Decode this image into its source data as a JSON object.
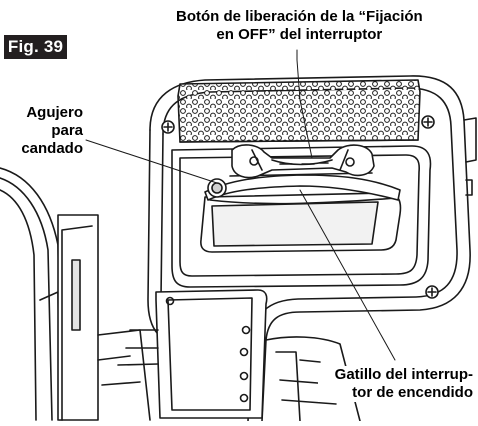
{
  "figure": {
    "label": "Fig. 39"
  },
  "callouts": {
    "release_button": {
      "line1": "Botón de liberación de la “Fijación",
      "line2": "en OFF” del interruptor"
    },
    "padlock_hole": {
      "line1": "Agujero",
      "line2": "para",
      "line3": "candado"
    },
    "trigger": {
      "line1": "Gatillo del interrup-",
      "line2": "tor de encendido"
    }
  },
  "colors": {
    "line": "#1a1a1a",
    "badge": "#231f20",
    "fill": "#ffffff",
    "shade": "#d9d9d9"
  }
}
